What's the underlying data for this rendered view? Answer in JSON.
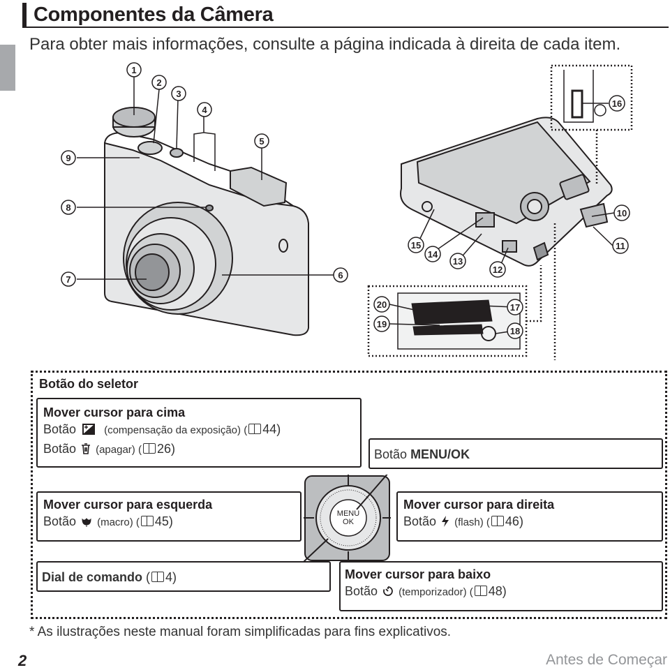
{
  "header": {
    "title": "Componentes da Câmera",
    "subtitle": "Para obter mais informações, consulte a página indicada à direita de cada item."
  },
  "callouts": [
    "1",
    "2",
    "3",
    "4",
    "5",
    "6",
    "7",
    "8",
    "9",
    "10",
    "11",
    "12",
    "13",
    "14",
    "15",
    "16",
    "17",
    "18",
    "19",
    "20"
  ],
  "panel": {
    "title": "Botão do seletor",
    "up": {
      "heading": "Mover cursor para cima",
      "line1_prefix": "Botão",
      "line1_icon": "exposure-compensation-icon",
      "line1_desc": "(compensação da exposição) (",
      "line1_page": "44)",
      "line2_prefix": "Botão",
      "line2_icon": "trash-icon",
      "line2_desc": "(apagar) (",
      "line2_page": "26)"
    },
    "menu_ok": {
      "prefix": "Botão",
      "label": "MENU/OK"
    },
    "left": {
      "heading": "Mover cursor para esquerda",
      "prefix": "Botão",
      "icon": "macro-flower-icon",
      "desc": "(macro) (",
      "page": "45)"
    },
    "right": {
      "heading": "Mover cursor para direita",
      "prefix": "Botão",
      "icon": "flash-icon",
      "desc": "(flash) (",
      "page": "46)"
    },
    "dial": {
      "heading": "Dial de comando",
      "desc": "(",
      "page": "4)"
    },
    "down": {
      "heading": "Mover cursor para baixo",
      "prefix": "Botão",
      "icon": "self-timer-icon",
      "desc": "(temporizador) (",
      "page": "48)"
    },
    "dial_figure": {
      "center_line1": "MENU",
      "center_line2": "OK"
    }
  },
  "footer": {
    "footnote": "* As ilustrações neste manual foram simplificadas para fins explicativos.",
    "page_number": "2",
    "section": "Antes de Começar"
  },
  "colors": {
    "text": "#231f20",
    "side_tab": "#a7a9ac",
    "section": "#939598"
  }
}
